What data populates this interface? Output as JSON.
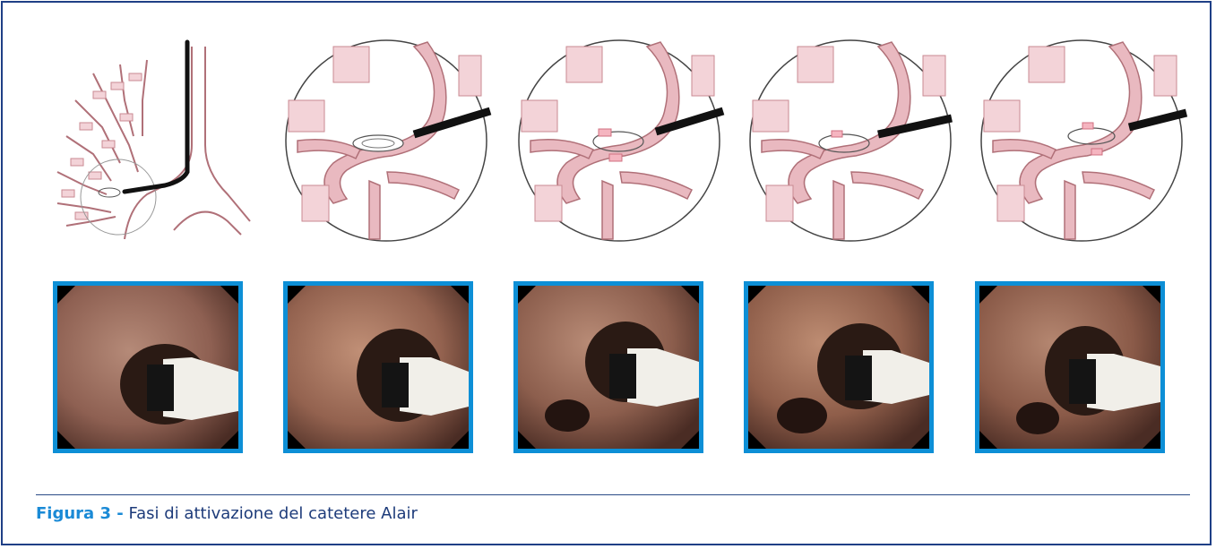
{
  "figure": {
    "label": "Figura 3 -",
    "text": " Fasi di attivazione del catetere Alair"
  },
  "diagrams": [
    {
      "icon": "bronchial-tree-schematic"
    },
    {
      "icon": "airway-magnified-circle"
    },
    {
      "icon": "airway-magnified-circle"
    },
    {
      "icon": "airway-magnified-circle"
    },
    {
      "icon": "airway-magnified-circle"
    }
  ],
  "photos": [
    {
      "icon": "bronchoscopic-image"
    },
    {
      "icon": "bronchoscopic-image"
    },
    {
      "icon": "bronchoscopic-image"
    },
    {
      "icon": "bronchoscopic-image"
    },
    {
      "icon": "bronchoscopic-image"
    }
  ],
  "colors": {
    "frame_border": "#1f3f86",
    "photo_border": "#0d8fd6",
    "caption_label": "#1a8ad6",
    "caption_text": "#1d3b7a",
    "airway_fill": "#e9b9c0",
    "airway_stroke": "#b07078"
  }
}
